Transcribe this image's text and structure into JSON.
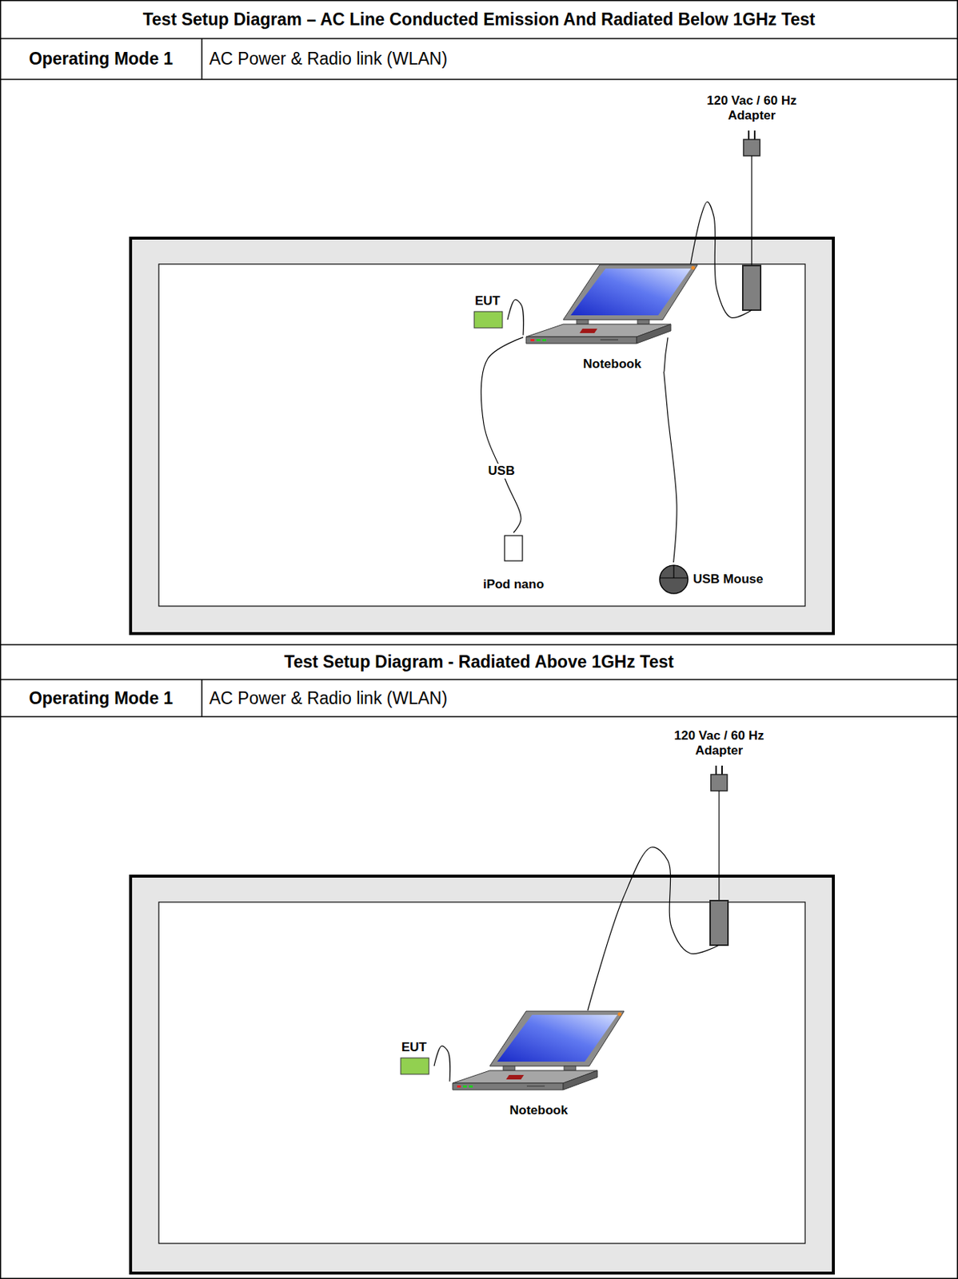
{
  "diagram": {
    "nodes": [
      {
        "text": [
          "Test Setup Diagram – AC Line Conducted Emission And Radiated Below 1GHz Test"
        ]
      },
      {
        "text": [
          "Operating Mode 1"
        ]
      },
      {
        "text": [
          "AC Power & Radio link (WLAN)"
        ]
      },
      {
        "text": [
          "EUT"
        ]
      },
      {
        "text": [
          "Notebook"
        ]
      },
      {
        "text": [
          "120 Vac / 60 Hz Adapter"
        ]
      },
      {
        "text": [
          "iPod nano"
        ]
      },
      {
        "text": [
          "USB Mouse"
        ]
      },
      {
        "text": [
          "Test Setup Diagram - Radiated Above 1GHz Test"
        ]
      },
      {
        "text": [
          "Operating Mode 1"
        ]
      },
      {
        "text": [
          "AC Power & Radio link (WLAN)"
        ]
      },
      {
        "text": [
          "EUT"
        ]
      },
      {
        "text": [
          "Notebook"
        ]
      },
      {
        "text": [
          "120 Vac / 60 Hz Adapter"
        ]
      }
    ],
    "edges": [
      {
        "from": 3,
        "to": 4,
        "arrow": "none"
      },
      {
        "from": 4,
        "to": 5,
        "arrow": "none"
      },
      {
        "from": 4,
        "to": 6,
        "label": "USB",
        "arrow": "none"
      },
      {
        "from": 4,
        "to": 7,
        "arrow": "none"
      },
      {
        "from": 11,
        "to": 12,
        "arrow": "none"
      },
      {
        "from": 12,
        "to": 13,
        "arrow": "none"
      }
    ]
  }
}
